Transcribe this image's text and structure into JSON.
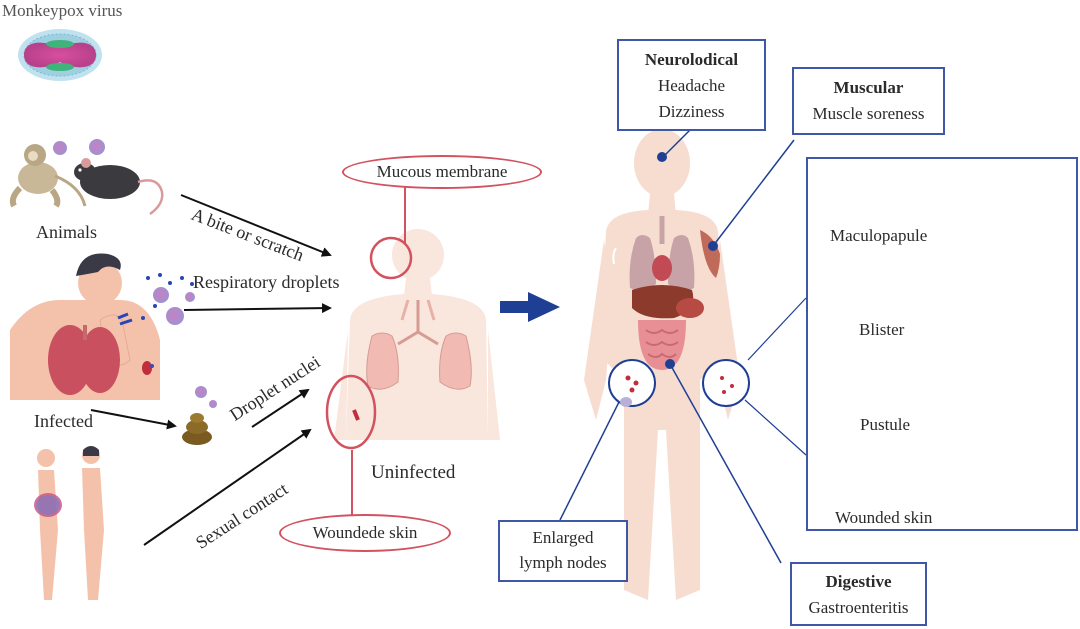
{
  "title": "Monkeypox virus",
  "transmission": {
    "sources": [
      "Animals",
      "Infected"
    ],
    "routes": [
      "A bite or scratch",
      "Respiratory droplets",
      "Droplet nuclei",
      "Sexual contact"
    ],
    "entry_points": [
      "Mucous membrane",
      "Woundede skin"
    ],
    "target": "Uninfected"
  },
  "symptoms": {
    "neurological": {
      "title": "Neurolodical",
      "items": [
        "Headache",
        "Dizziness"
      ]
    },
    "muscular": {
      "title": "Muscular",
      "items": [
        "Muscle soreness"
      ]
    },
    "lymph": {
      "lines": [
        "Enlarged",
        "lymph nodes"
      ]
    },
    "digestive": {
      "title": "Digestive",
      "items": [
        "Gastroenteritis"
      ]
    }
  },
  "skin_lesions": [
    "Maculopapule",
    "Blister",
    "Pustule",
    "Wounded skin"
  ],
  "colors": {
    "box_border": "#3f57a6",
    "oval_border": "#d2525f",
    "arrow": "#1f3f95",
    "skin": "#f6ddd0",
    "lesion_bg": "#fbe3bf"
  }
}
